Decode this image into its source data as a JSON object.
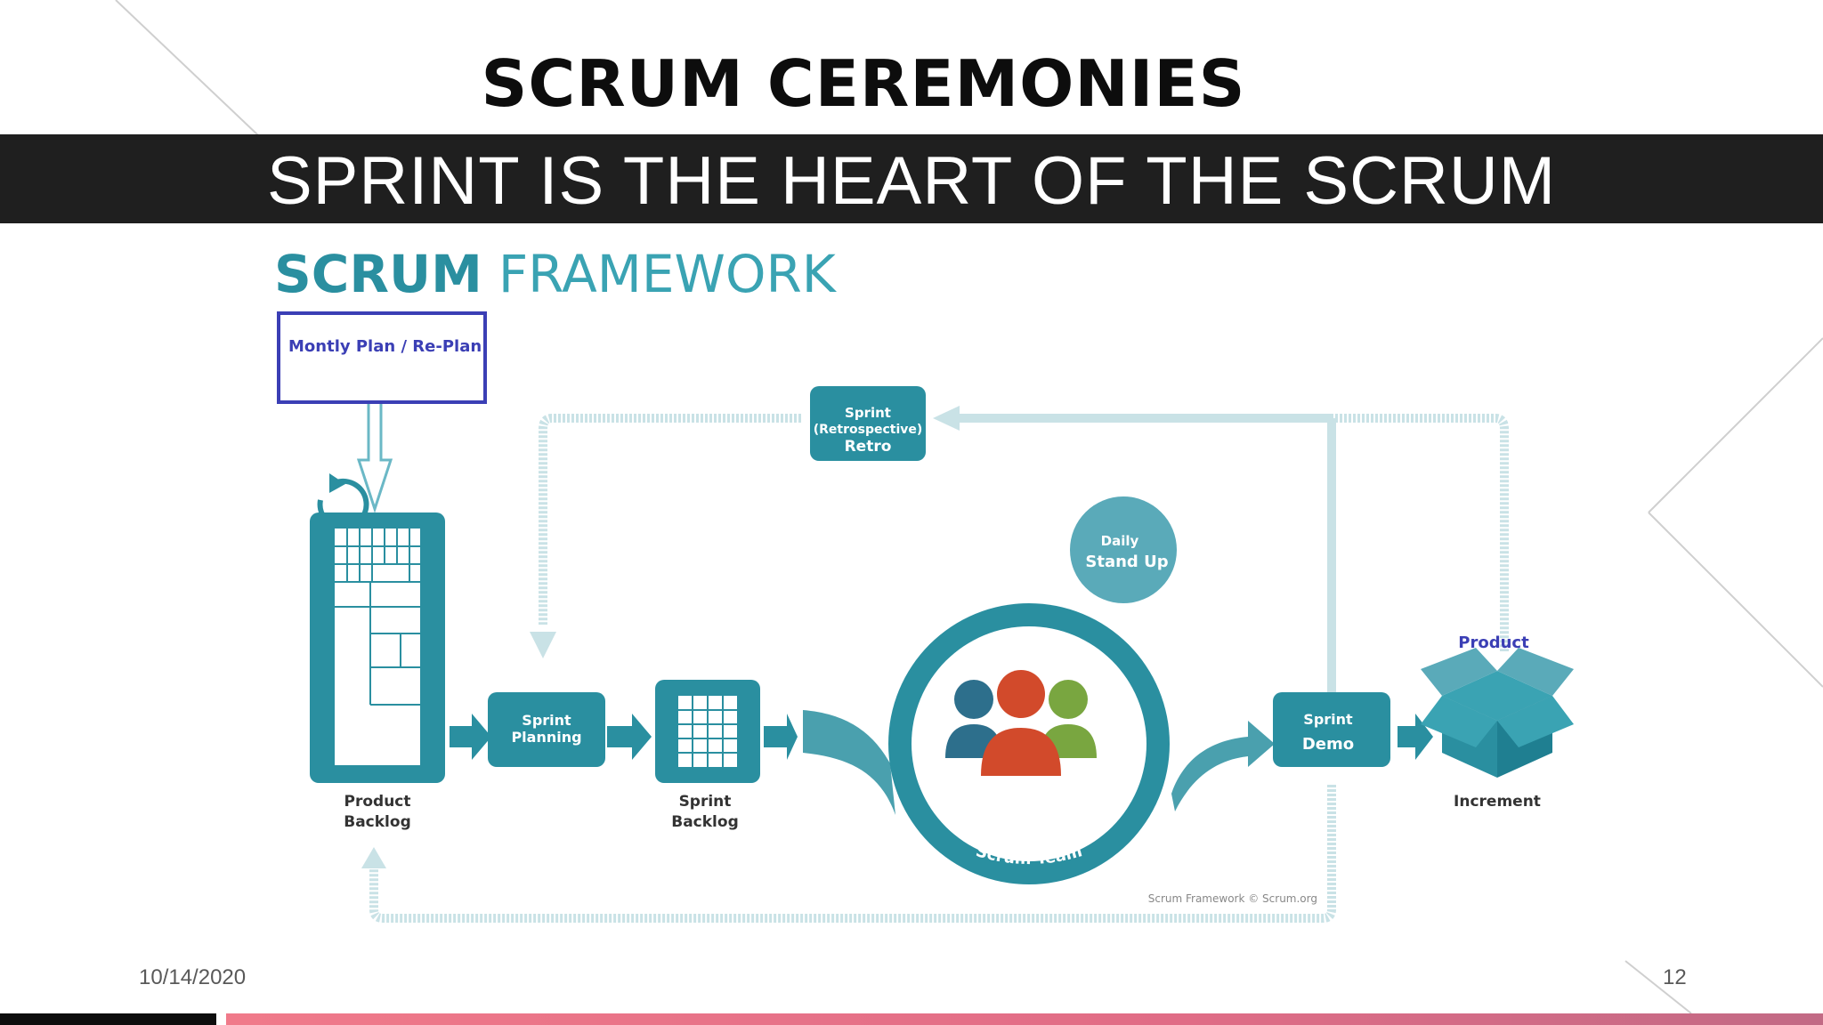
{
  "slide": {
    "title": "SCRUM CEREMONIES",
    "subtitle": "SPRINT IS THE HEART OF THE SCRUM",
    "date": "10/14/2020",
    "page_number": "12"
  },
  "diagram": {
    "heading_bold": "SCRUM",
    "heading_light": "FRAMEWORK",
    "annotation_box": "Montly Plan / Re-Plan",
    "retro_line1": "Sprint",
    "retro_line2": "(Retrospective)",
    "retro_line3": "Retro",
    "standup_line1": "Daily",
    "standup_line2": "Stand Up",
    "product_backlog_line1": "Product",
    "product_backlog_line2": "Backlog",
    "sprint_planning_line1": "Sprint",
    "sprint_planning_line2": "Planning",
    "sprint_backlog_line1": "Sprint",
    "sprint_backlog_line2": "Backlog",
    "scrum_team": "Scrum Team",
    "sprint_demo_line1": "Sprint",
    "sprint_demo_line2": "Demo",
    "product_label": "Product",
    "increment_label": "Increment",
    "copyright": "Scrum Framework © Scrum.org"
  },
  "colors": {
    "teal": "#2a8fa0",
    "teal_dark": "#1f7f91",
    "light_teal": "#c9e2e6",
    "annotation_blue": "#3b3fb5",
    "band": "#1f1f1f"
  }
}
